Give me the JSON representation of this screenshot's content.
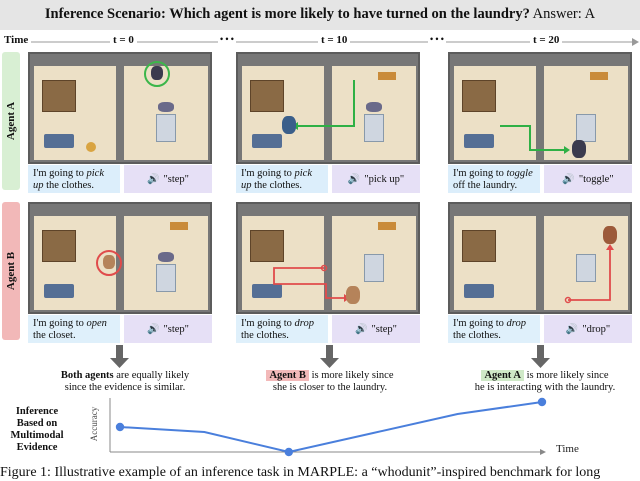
{
  "header": {
    "question": "Inference Scenario: Which agent is more likely to have turned on the laundry?",
    "answer": "Answer: A"
  },
  "timeline": {
    "label": "Time",
    "steps": [
      "t = 0",
      "t = 10",
      "t = 20"
    ],
    "ellipsis": "• • •"
  },
  "agents": {
    "a": {
      "label": "Agent A",
      "panels": [
        {
          "thought_pre": "I'm going to ",
          "verb": "pick up",
          "thought_post": " the clothes.",
          "sound": "\"step\""
        },
        {
          "thought_pre": "I'm going to ",
          "verb": "pick up",
          "thought_post": " the clothes.",
          "sound": "\"pick up\""
        },
        {
          "thought_pre": "I'm going to ",
          "verb": "toggle",
          "thought_post": " off the laundry.",
          "sound": "\"toggle\""
        }
      ]
    },
    "b": {
      "label": "Agent B",
      "panels": [
        {
          "thought_pre": "I'm going to ",
          "verb": "open",
          "thought_post": " the closet.",
          "sound": "\"step\""
        },
        {
          "thought_pre": "I'm going to ",
          "verb": "drop",
          "thought_post": " the clothes.",
          "sound": "\"step\""
        },
        {
          "thought_pre": "I'm going to ",
          "verb": "drop",
          "thought_post": " the clothes.",
          "sound": "\"drop\""
        }
      ]
    }
  },
  "notes": [
    {
      "strong": "Both agents",
      "rest1": " are equally likely",
      "rest2": "since the evidence is similar."
    },
    {
      "strong": "Agent B",
      "rest1": " is more likely since",
      "rest2": "she is closer to the laundry."
    },
    {
      "strong": "Agent A",
      "rest1": " is more likely since",
      "rest2": "he is interacting with the laundry."
    }
  ],
  "inference": {
    "label_lines": [
      "Inference",
      "Based on",
      "Multimodal",
      "Evidence"
    ]
  },
  "chart_data": {
    "type": "line",
    "ylabel": "Accuracy",
    "xlabel": "Time",
    "x": [
      0,
      1,
      2,
      3,
      4,
      5
    ],
    "values": [
      0.5,
      0.4,
      0.0,
      0.38,
      0.76,
      1.0
    ],
    "markers": [
      0,
      2,
      5
    ],
    "ylim": [
      0,
      1
    ],
    "color": "#4a7fdc"
  },
  "caption": "Figure 1: Illustrative example of an inference task in MARPLE: a “whodunit”-inspired benchmark for long"
}
